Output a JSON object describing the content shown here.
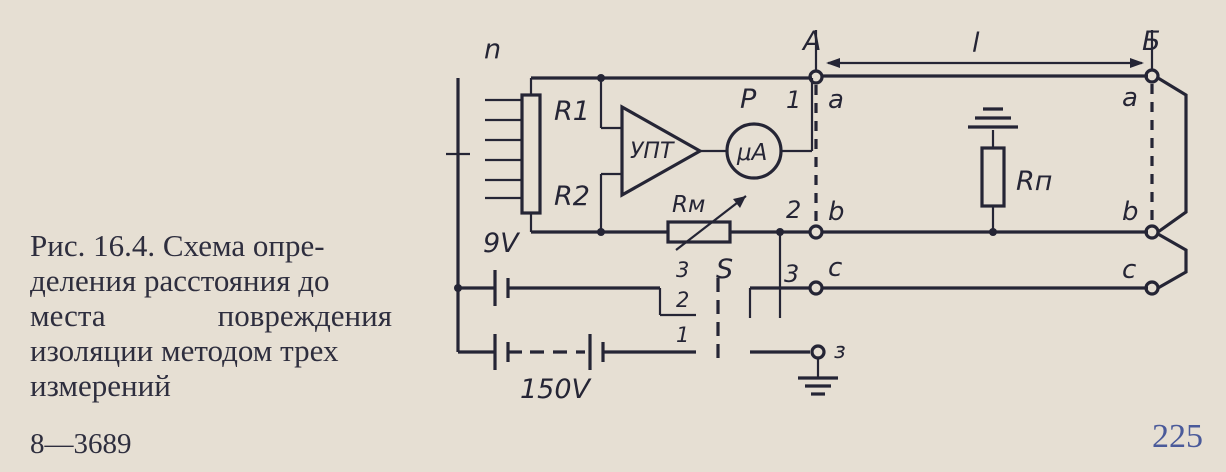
{
  "figure": {
    "caption_lines": [
      "Рис. 16.4. Схема опре-",
      "деления расстояния до",
      "места повреждения",
      "изоляции методом трех",
      "измерений"
    ],
    "code": "8—3689",
    "page_number": "225"
  },
  "diagram": {
    "labels": {
      "n": "n",
      "R1": "R1",
      "R2": "R2",
      "amplifier": "УПТ",
      "meter_P": "P",
      "meter": "μA",
      "Rm": "Rм",
      "supply_low": "9V",
      "supply_high": "150V",
      "switch": "S",
      "pos1": "1",
      "pos2": "2",
      "pos3": "3",
      "node_A": "A",
      "node_B": "Б",
      "length": "l",
      "wire_a": "a",
      "wire_b": "b",
      "wire_c": "c",
      "Rp": "Rп",
      "term1": "1",
      "term2": "2",
      "term3": "3",
      "ground_node": "з"
    }
  }
}
